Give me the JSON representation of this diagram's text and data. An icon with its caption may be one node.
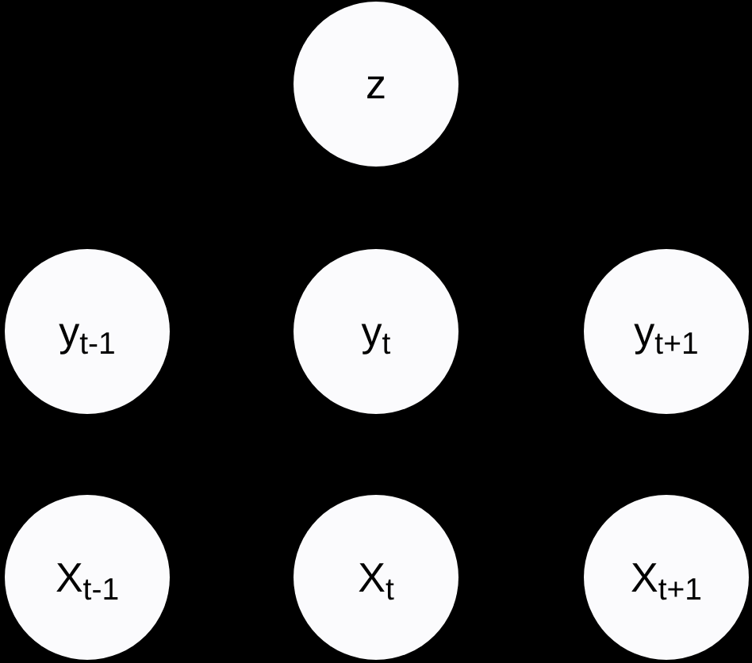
{
  "diagram": {
    "nodes": [
      {
        "text": [
          "z"
        ]
      },
      {
        "text": [
          "y$_{t-1}$"
        ]
      },
      {
        "text": [
          "y$_{t}$"
        ]
      },
      {
        "text": [
          "y$_{t+1}$"
        ]
      },
      {
        "text": [
          "X$_{t-1}$"
        ]
      },
      {
        "text": [
          "X$_{t}$"
        ]
      },
      {
        "text": [
          "X$_{t+1}$"
        ]
      }
    ]
  }
}
